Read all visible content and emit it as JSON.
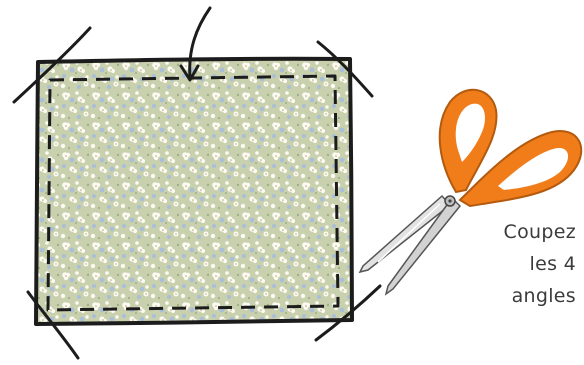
{
  "caption": {
    "line1": "Coupez",
    "line2": "les 4",
    "line3": "angles"
  },
  "colors": {
    "fabric_base": "#c9d0ad",
    "flower_white": "#fbfbf4",
    "flower_blue": "#a9bfd8",
    "outline": "#1c1c1c",
    "scissors_handle": "#f07d1a",
    "scissors_blade": "#d8d8d8",
    "caption_text": "#3b3b3b"
  },
  "icons": {
    "illustration": "fabric-square-with-cut-corners",
    "arrow": "curved-arrow-down-icon",
    "tool": "scissors-icon"
  }
}
